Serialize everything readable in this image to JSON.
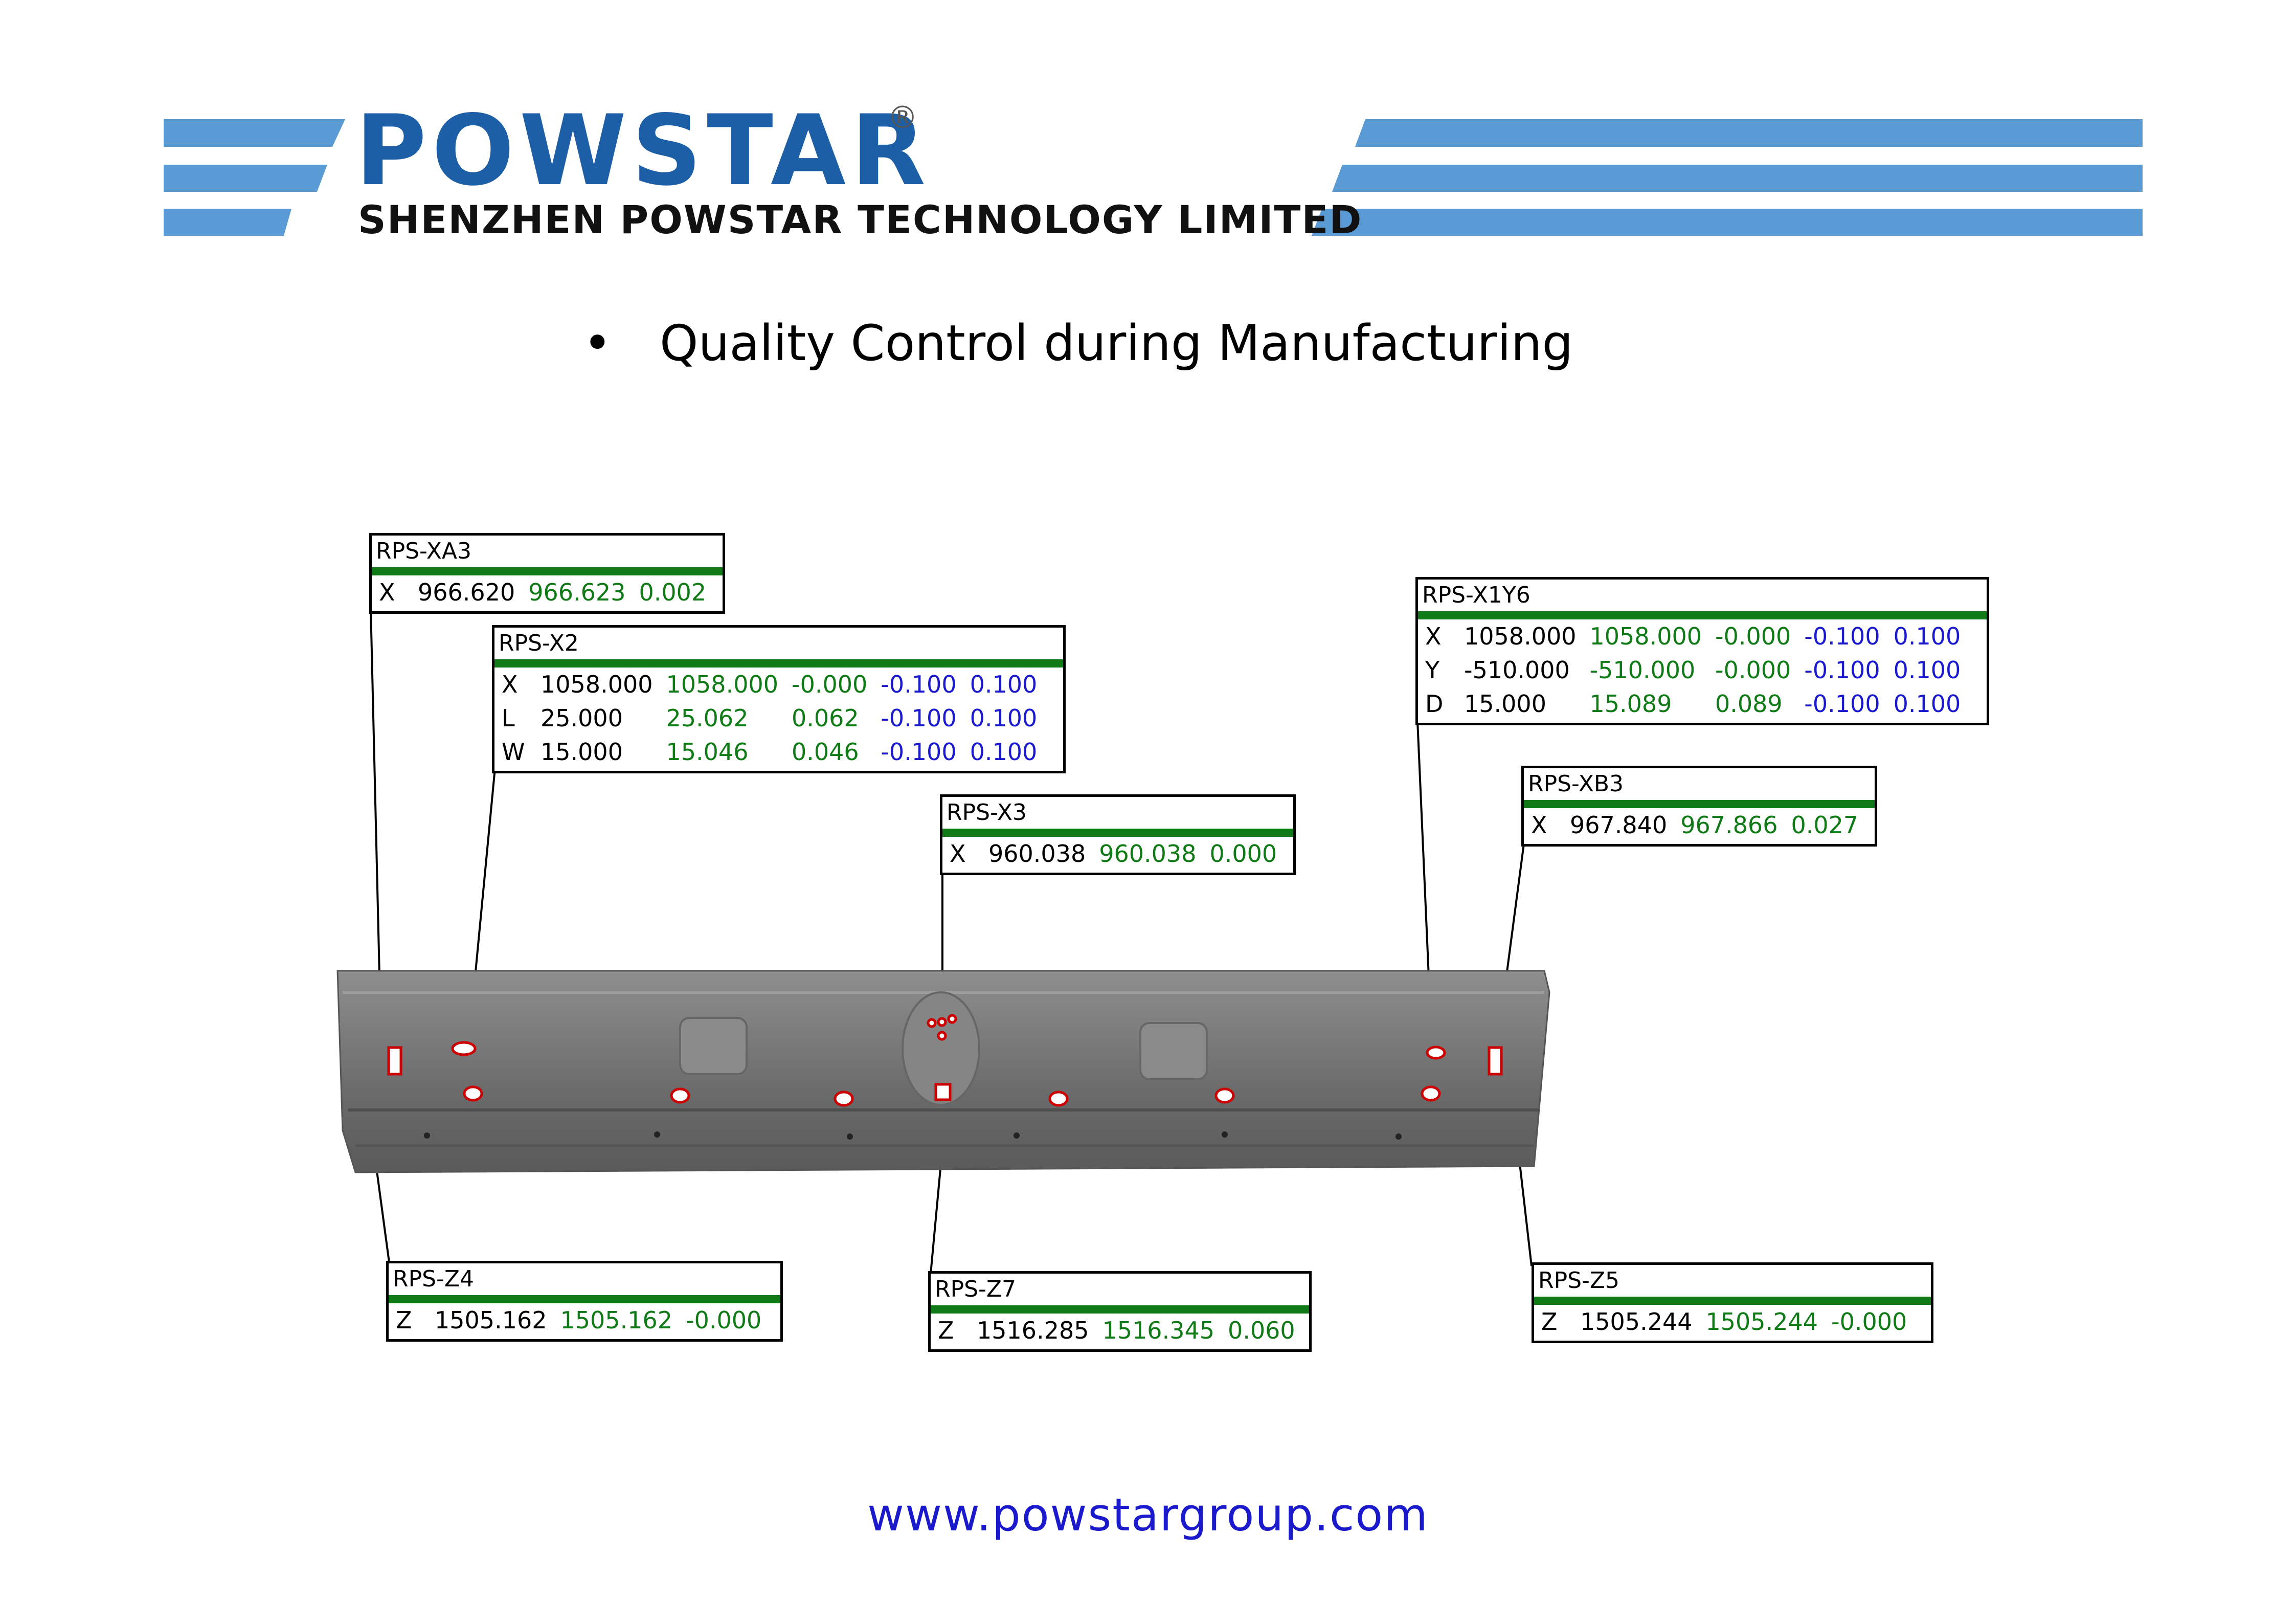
{
  "header": {
    "brand": "POWSTAR",
    "registered_mark": "®",
    "company": "SHENZHEN POWSTAR TECHNOLOGY LIMITED",
    "colors": {
      "brand": "#1c5fa6",
      "stripe": "#5b9bd5"
    }
  },
  "content": {
    "bullet": "•",
    "heading": "Quality Control during Manufacturing"
  },
  "callouts": {
    "xa3": {
      "title": "RPS-XA3",
      "rows": [
        {
          "axis": "X",
          "nominal": "966.620",
          "measured": "966.623",
          "deviation": "0.002"
        }
      ]
    },
    "x2": {
      "title": "RPS-X2",
      "rows": [
        {
          "axis": "X",
          "nominal": "1058.000",
          "measured": "1058.000",
          "deviation": "-0.000",
          "tol_low": "-0.100",
          "tol_high": "0.100"
        },
        {
          "axis": "L",
          "nominal": "25.000",
          "measured": "25.062",
          "deviation": "0.062",
          "tol_low": "-0.100",
          "tol_high": "0.100"
        },
        {
          "axis": "W",
          "nominal": "15.000",
          "measured": "15.046",
          "deviation": "0.046",
          "tol_low": "-0.100",
          "tol_high": "0.100"
        }
      ]
    },
    "x3": {
      "title": "RPS-X3",
      "rows": [
        {
          "axis": "X",
          "nominal": "960.038",
          "measured": "960.038",
          "deviation": "0.000"
        }
      ]
    },
    "x1y6": {
      "title": "RPS-X1Y6",
      "rows": [
        {
          "axis": "X",
          "nominal": "1058.000",
          "measured": "1058.000",
          "deviation": "-0.000",
          "tol_low": "-0.100",
          "tol_high": "0.100"
        },
        {
          "axis": "Y",
          "nominal": "-510.000",
          "measured": "-510.000",
          "deviation": "-0.000",
          "tol_low": "-0.100",
          "tol_high": "0.100"
        },
        {
          "axis": "D",
          "nominal": "15.000",
          "measured": "15.089",
          "deviation": "0.089",
          "tol_low": "-0.100",
          "tol_high": "0.100"
        }
      ]
    },
    "xb3": {
      "title": "RPS-XB3",
      "rows": [
        {
          "axis": "X",
          "nominal": "967.840",
          "measured": "967.866",
          "deviation": "0.027"
        }
      ]
    },
    "z4": {
      "title": "RPS-Z4",
      "rows": [
        {
          "axis": "Z",
          "nominal": "1505.162",
          "measured": "1505.162",
          "deviation": "-0.000"
        }
      ]
    },
    "z7": {
      "title": "RPS-Z7",
      "rows": [
        {
          "axis": "Z",
          "nominal": "1516.285",
          "measured": "1516.345",
          "deviation": "0.060"
        }
      ]
    },
    "z5": {
      "title": "RPS-Z5",
      "rows": [
        {
          "axis": "Z",
          "nominal": "1505.244",
          "measured": "1505.244",
          "deviation": "-0.000"
        }
      ]
    }
  },
  "footer": {
    "url": "www.powstargroup.com"
  }
}
